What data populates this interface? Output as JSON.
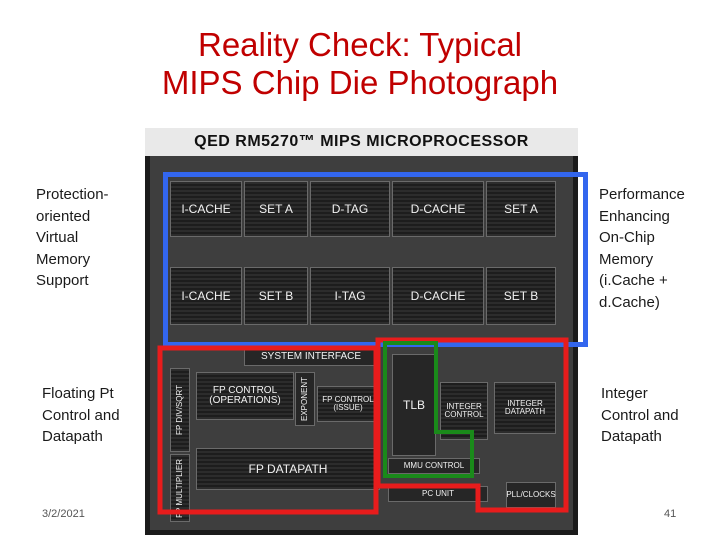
{
  "title": {
    "line1": "Reality Check: Typical",
    "line2": "MIPS Chip Die Photograph"
  },
  "die": {
    "header": "QED RM5270™ MIPS MICROPROCESSOR",
    "blocks": {
      "icache_a": "I-CACHE",
      "set_a_left": "SET A",
      "dtag": "D-TAG",
      "dcache_a": "D-CACHE",
      "set_a_right": "SET A",
      "icache_b": "I-CACHE",
      "set_b_left": "SET B",
      "itag": "I-TAG",
      "dcache_b": "D-CACHE",
      "set_b_right": "SET B",
      "system_interface": "SYSTEM INTERFACE",
      "fp_divsqrt": "FP DIV/SQRT",
      "fp_control_ops_1": "FP CONTROL",
      "fp_control_ops_2": "(OPERATIONS)",
      "exponent": "EXPONENT",
      "fp_control_issue_1": "FP CONTROL",
      "fp_control_issue_2": "(ISSUE)",
      "tlb": "TLB",
      "integer_control_1": "INTEGER",
      "integer_control_2": "CONTROL",
      "integer_datapath_1": "INTEGER",
      "integer_datapath_2": "DATAPATH",
      "fp_multiplier": "FP MULTIPLIER",
      "fp_datapath": "FP DATAPATH",
      "mmu_control": "MMU CONTROL",
      "pc_unit": "PC UNIT",
      "pllclocks": "PLL/CLOCKS"
    },
    "highlight_colors": {
      "memory": "#3366ee",
      "datapath": "#e81c1c",
      "virtual_memory": "#1a8a1a"
    }
  },
  "notes": {
    "left_top": [
      "Protection-",
      "oriented",
      "Virtual",
      "Memory",
      "Support"
    ],
    "left_bottom": [
      "Floating Pt",
      "Control and",
      "Datapath"
    ],
    "right_top": [
      "Performance",
      "Enhancing",
      "On-Chip",
      "Memory",
      "(i.Cache +",
      "d.Cache)"
    ],
    "right_bottom": [
      "Integer",
      "Control and",
      "Datapath"
    ]
  },
  "footer": {
    "date": "3/2/2021",
    "page": "41"
  }
}
